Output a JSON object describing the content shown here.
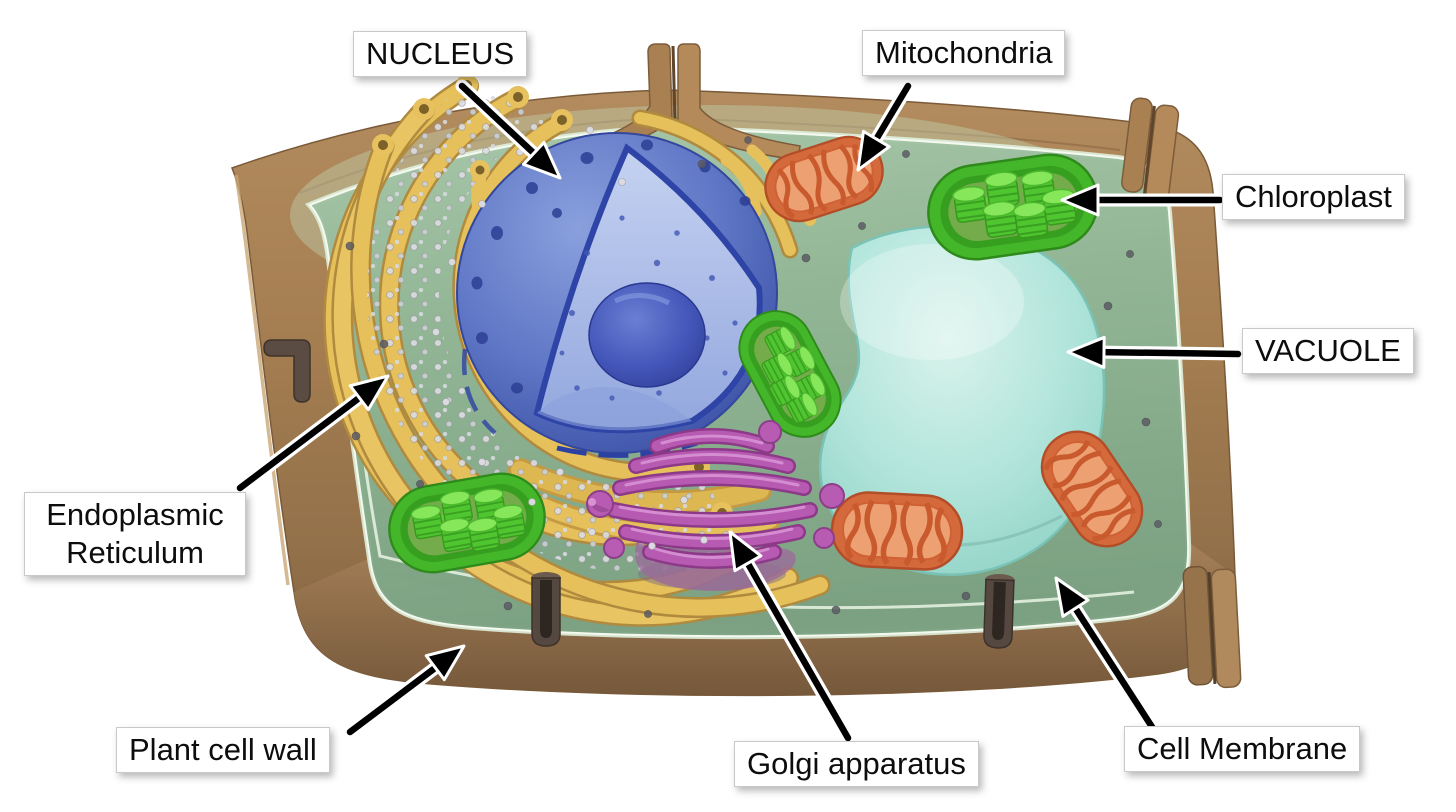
{
  "figure": {
    "type": "labeled-diagram",
    "background_color": "#ffffff"
  },
  "labels": {
    "nucleus": "NUCLEUS",
    "mitochondria": "Mitochondria",
    "chloroplast": "Chloroplast",
    "vacuole": "VACUOLE",
    "endoplasmic_reticulum": "Endoplasmic Reticulum",
    "plant_cell_wall": "Plant cell wall",
    "golgi_apparatus": "Golgi apparatus",
    "cell_membrane": "Cell Membrane"
  },
  "organelle_colors": {
    "cell_wall": "#a9825a",
    "cytoplasm": "#8fb294",
    "cell_membrane_line": "#e4f2df",
    "nucleus": "#5570c2",
    "nucleolus": "#3a4db0",
    "endoplasmic_reticulum": "#e2bc57",
    "ribosomes": "#d6d6da",
    "vacuole": "#a9e0d8",
    "chloroplast": "#44b42a",
    "mitochondria": "#d6693d",
    "golgi_apparatus": "#b55ab0",
    "arrow": "#000000"
  }
}
